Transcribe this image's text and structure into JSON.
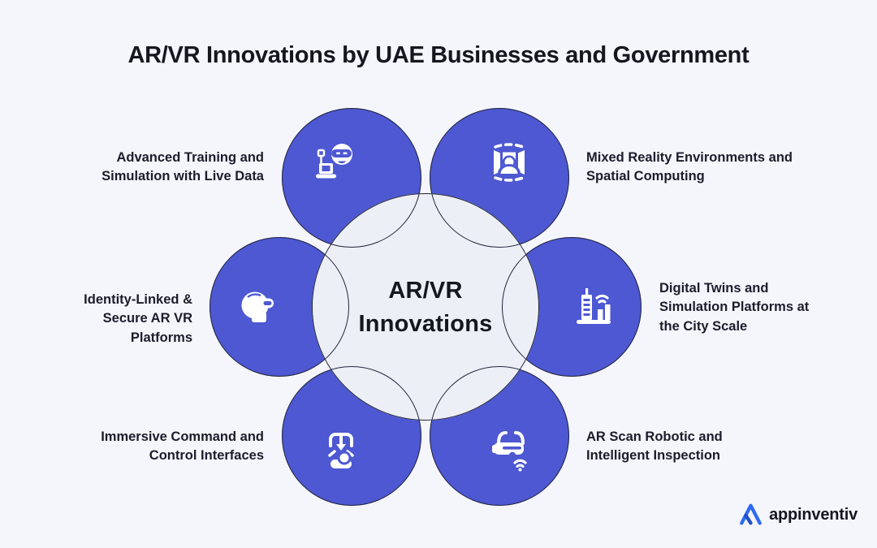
{
  "title": "AR/VR Innovations by UAE Businesses and Government",
  "diagram": {
    "center": {
      "line1": "AR/VR",
      "line2": "Innovations"
    },
    "colors": {
      "node_fill": "#4d58d2",
      "outline": "#23263a",
      "center_fill": "#edeff6",
      "background": "#f5f5fc",
      "icon": "#ffffff",
      "text": "#15171f"
    },
    "items": [
      {
        "position": "top-left",
        "label": "Advanced Training and Simulation with Live Data",
        "icon": "vr-user-laptop-icon"
      },
      {
        "position": "top-right",
        "label": "Mixed Reality Environments and Spatial Computing",
        "icon": "panoramic-screen-icon"
      },
      {
        "position": "middle-left",
        "label": "Identity-Linked & Secure AR VR Platforms",
        "icon": "vr-head-profile-icon"
      },
      {
        "position": "middle-right",
        "label": "Digital Twins and Simulation Platforms at the City Scale",
        "icon": "smart-city-signal-icon"
      },
      {
        "position": "bottom-left",
        "label": "Immersive Command and Control Interfaces",
        "icon": "command-control-icon"
      },
      {
        "position": "bottom-right",
        "label": "AR Scan Robotic and Intelligent Inspection",
        "icon": "ar-headset-wifi-icon"
      }
    ]
  },
  "footer": {
    "logo_text": "appinventiv",
    "logo_color": "#2f6bf0"
  }
}
